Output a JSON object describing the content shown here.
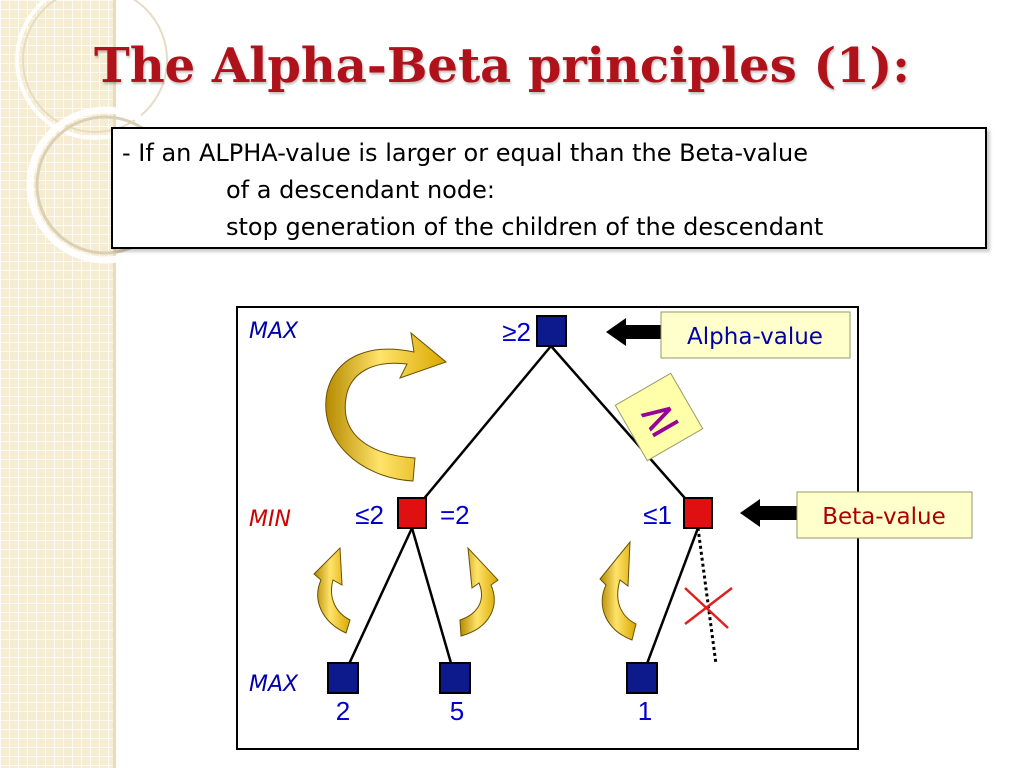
{
  "title": "The Alpha-Beta principles (1):",
  "rule": {
    "line1": "- If an ALPHA-value is larger or equal than the Beta-value",
    "line2": "of a descendant node:",
    "line3": "stop generation of the children of the descendant"
  },
  "diagram": {
    "levels": {
      "max_top": "MAX",
      "min": "MIN",
      "max_bottom": "MAX"
    },
    "root_label": "≥2",
    "min_left_label": "≤2",
    "min_left_value": "=2",
    "min_right_label": "≤1",
    "leaf_values": [
      "2",
      "5",
      "1"
    ],
    "alpha_callout": "Alpha-value",
    "beta_callout": "Beta-value",
    "compare_symbol": "≥",
    "colors": {
      "max_node": "#0d1a8c",
      "min_node": "#e01010",
      "label": "#0000cc",
      "level_label": "#0000aa",
      "callout_bg": "#ffffcc",
      "comparison_diamond": "#ffffaa",
      "comparison_symbol": "#990099",
      "arrow_fill": "#f0c419",
      "cut_mark": "#e02020"
    }
  }
}
